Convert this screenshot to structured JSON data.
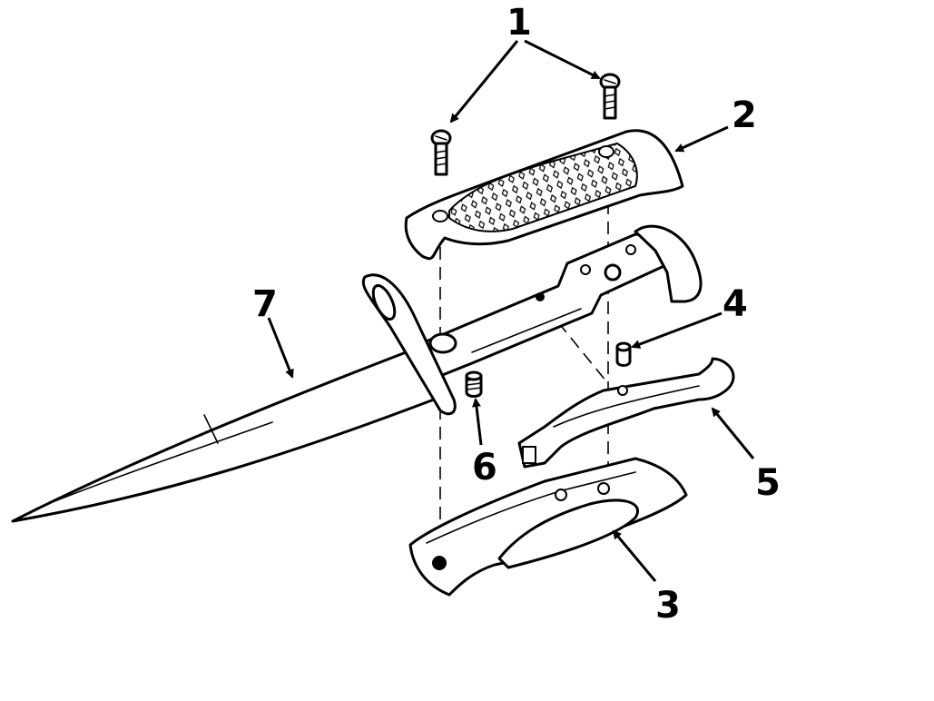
{
  "figure": {
    "callouts": [
      {
        "id": "c1",
        "label": "1",
        "part_icon": "screw-icon"
      },
      {
        "id": "c2",
        "label": "2",
        "part_icon": "grip-plate-icon"
      },
      {
        "id": "c3",
        "label": "3",
        "part_icon": "grip-plate-icon"
      },
      {
        "id": "c4",
        "label": "4",
        "part_icon": "pin-icon"
      },
      {
        "id": "c5",
        "label": "5",
        "part_icon": "latch-icon"
      },
      {
        "id": "c6",
        "label": "6",
        "part_icon": "spring-icon"
      },
      {
        "id": "c7",
        "label": "7",
        "part_icon": "blade-icon"
      }
    ]
  }
}
